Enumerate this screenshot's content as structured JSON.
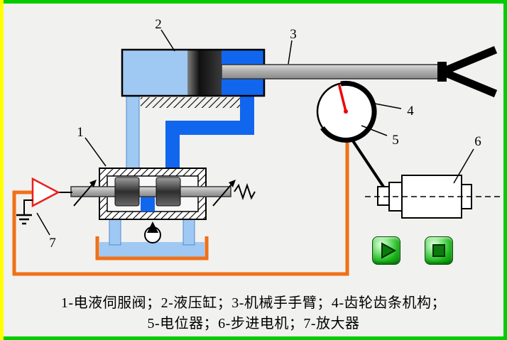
{
  "diagram": {
    "labels": {
      "servo_valve": "1",
      "cylinder": "2",
      "arm": "3",
      "gear_rack": "4",
      "potentiometer": "5",
      "stepper_motor": "6",
      "amplifier": "7"
    },
    "caption": {
      "line1": "1-电液伺服阀；2-液压缸；3-机械手手臂；4-齿轮齿条机构；",
      "line2": "5-电位器；6-步进电机；7-放大器"
    }
  },
  "controls": {
    "play_icon": "play-icon",
    "stop_icon": "stop-icon"
  },
  "icons": {
    "pump": "pump-icon",
    "ground": "ground-icon",
    "spring": "spring-icon"
  },
  "colors": {
    "border_green": "#00cc00",
    "border_yellow": "#ffff00",
    "pipe_blue": "#1166ee",
    "light_blue": "#9fc9f3",
    "wire_orange": "#f07018",
    "needle_red": "#f00000",
    "button_green": "#18b318"
  }
}
